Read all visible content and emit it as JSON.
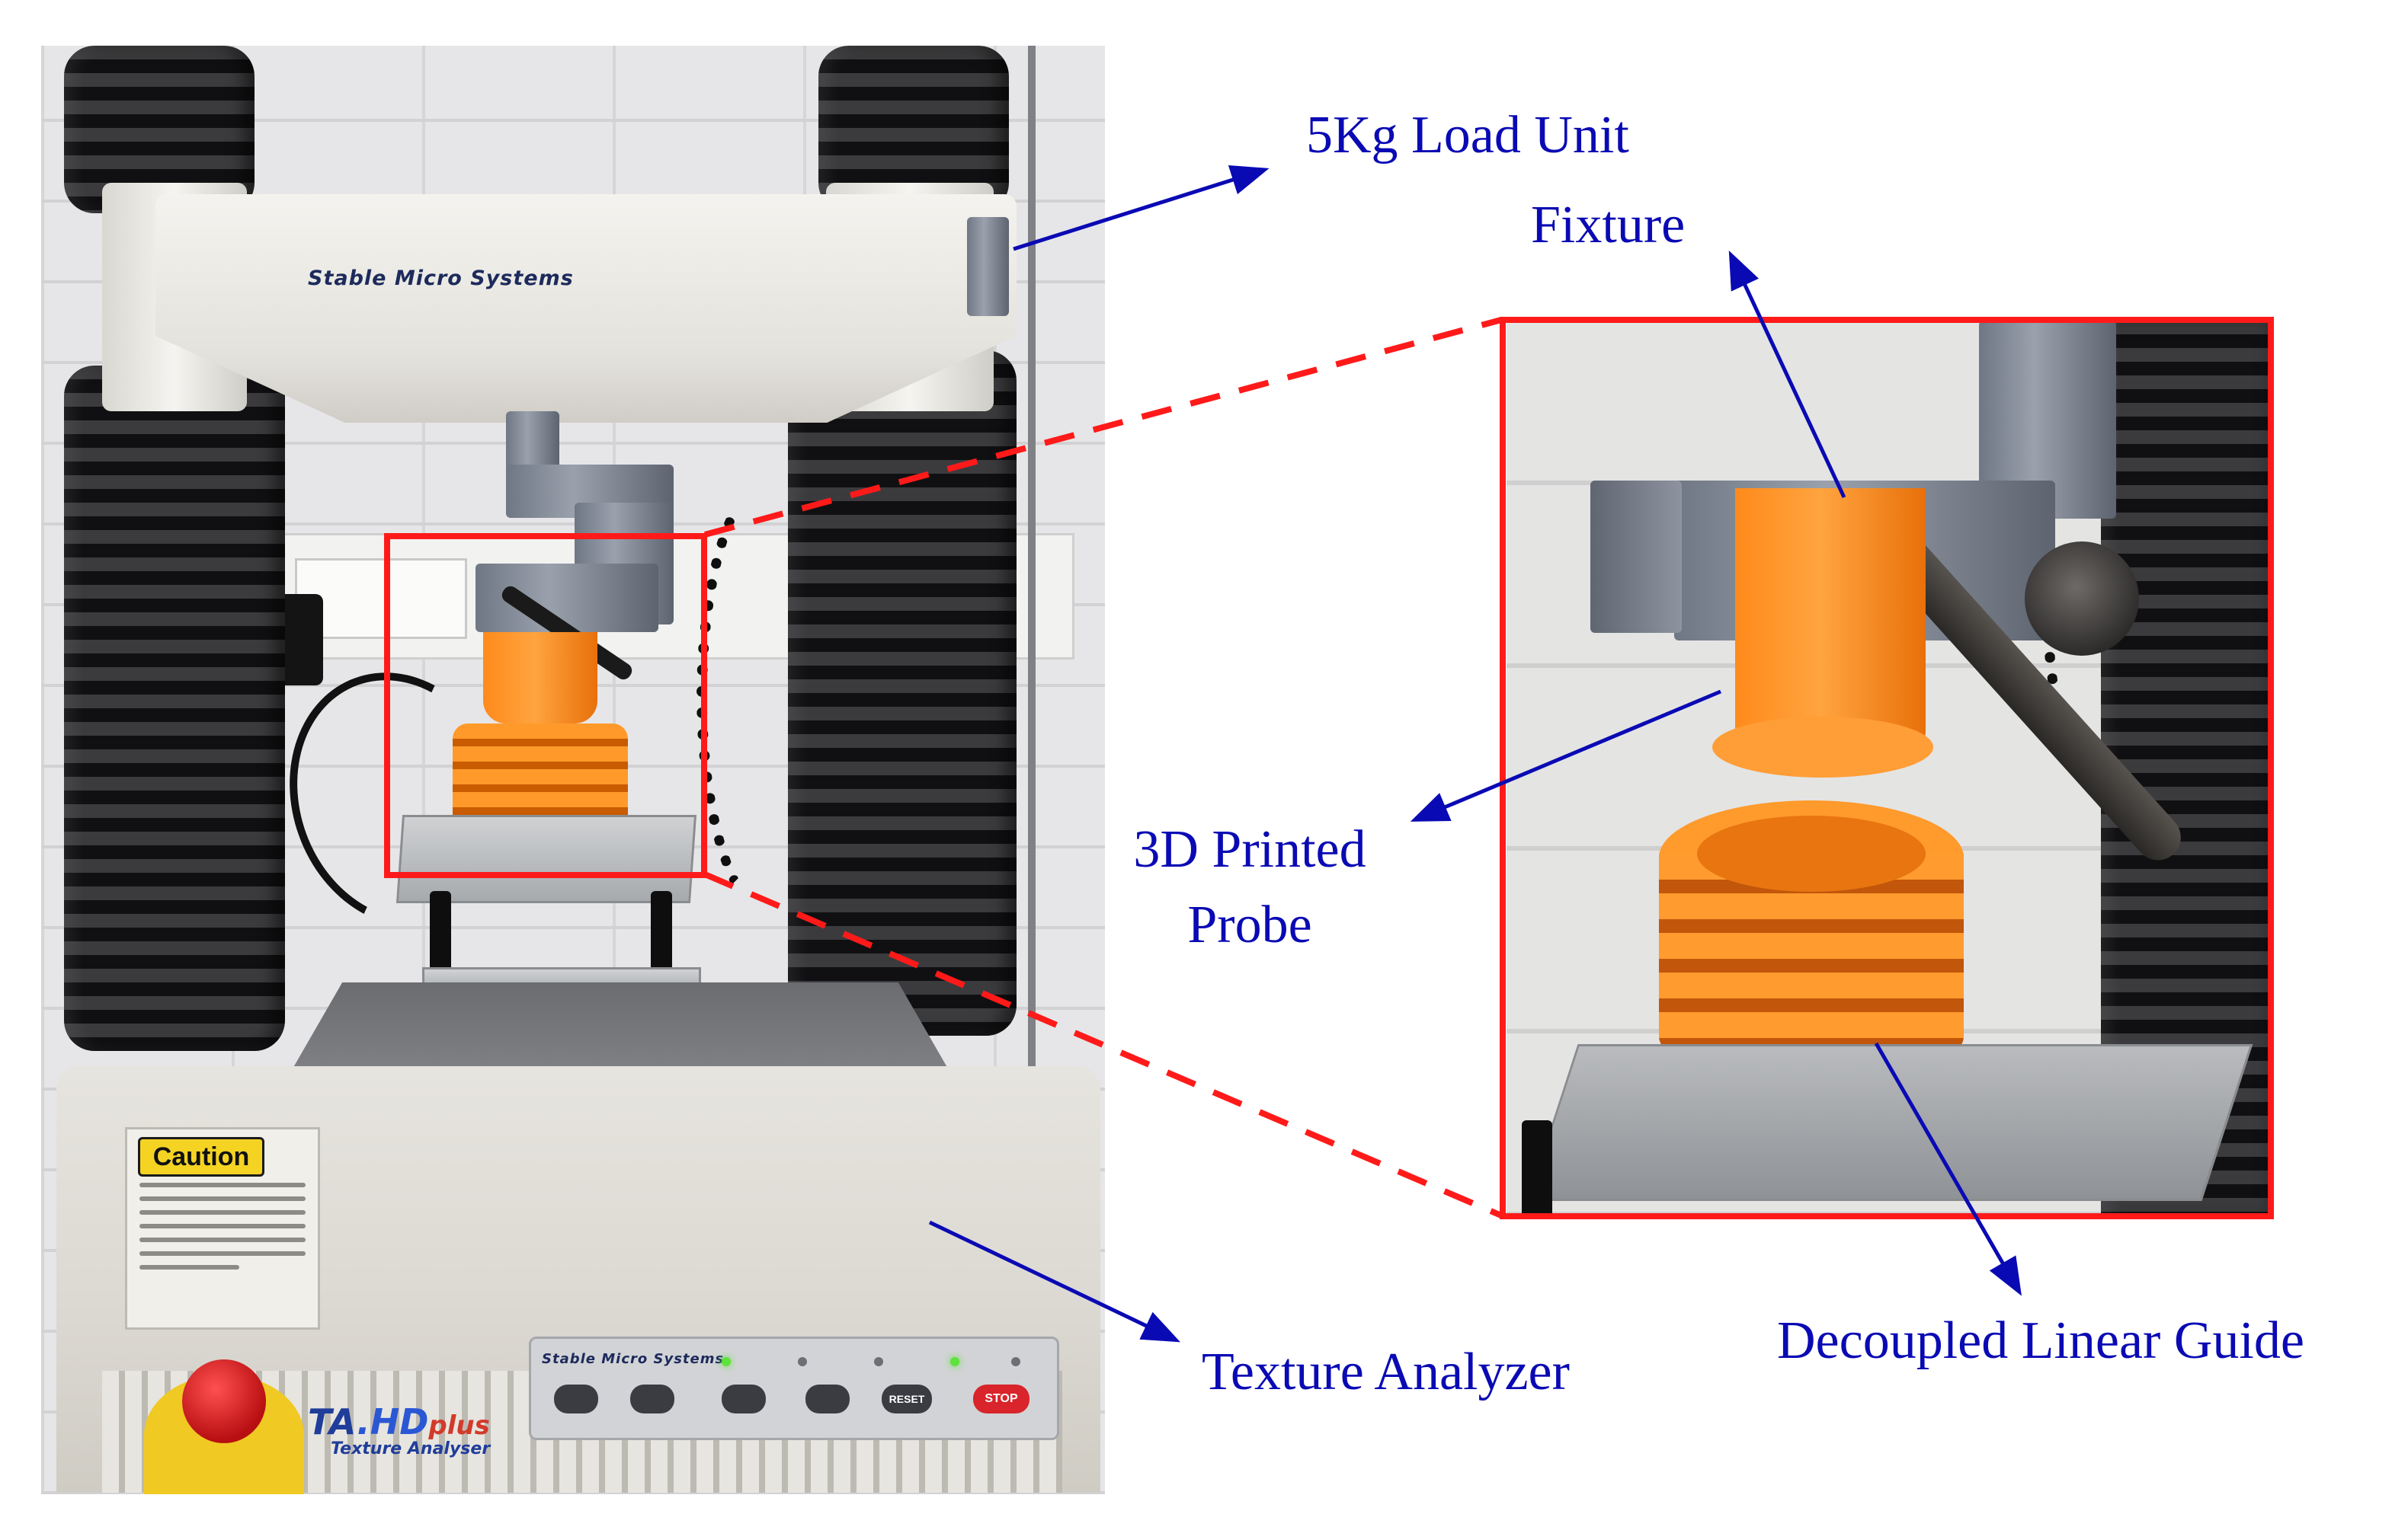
{
  "annotations": {
    "load_unit": "5Kg Load Unit",
    "fixture": "Fixture",
    "probe_line1": "3D Printed",
    "probe_line2": "Probe",
    "analyzer": "Texture Analyzer",
    "linear_guide": "Decoupled Linear Guide"
  },
  "photo_text": {
    "crossbeam_brand": "Stable Micro Systems",
    "caution_title": "Caution",
    "panel_brand": "Stable Micro Systems",
    "logo_ta": "TA",
    "logo_hd": ".HD",
    "logo_plus": "plus",
    "logo_sub": "Texture Analyser",
    "panel_reset": "RESET",
    "panel_stop": "STOP"
  },
  "colors": {
    "annotation_text": "#0a0ab4",
    "arrow": "#0a0ab4",
    "zoom_frame": "#ff1a1a",
    "probe_orange": "#ff9428"
  }
}
